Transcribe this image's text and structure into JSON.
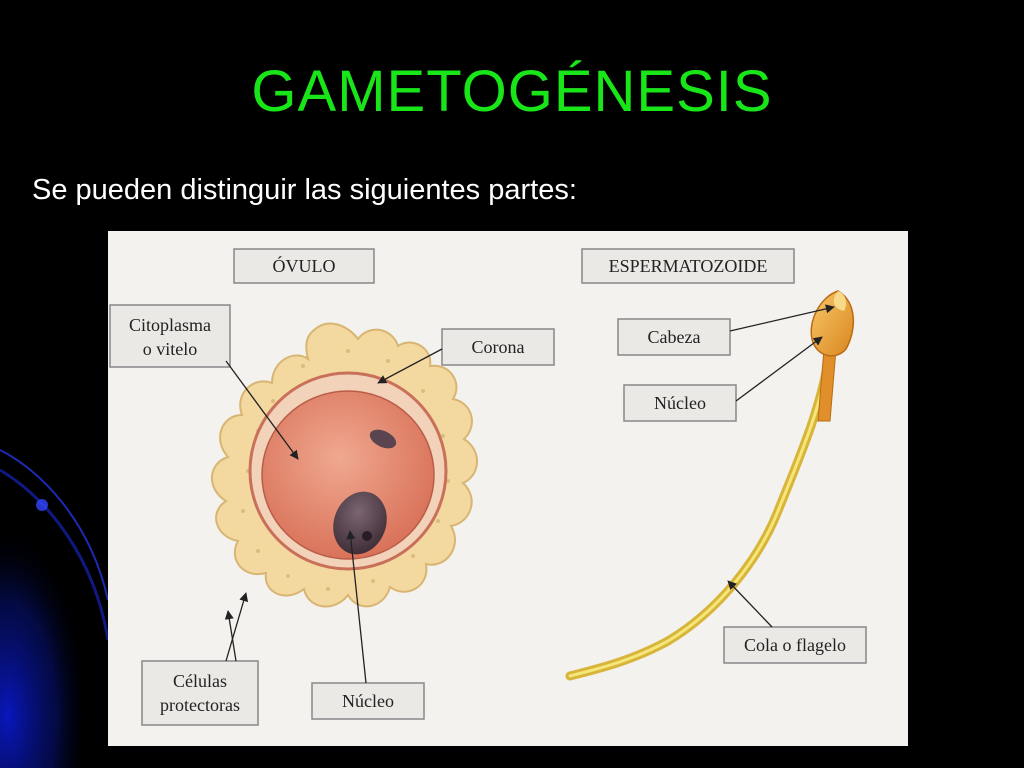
{
  "slide": {
    "title": "GAMETOGÉNESIS",
    "subtitle": "Se pueden distinguir las siguientes partes:"
  },
  "diagram": {
    "ovum": {
      "heading": "ÓVULO",
      "labels": {
        "cytoplasm_line1": "Citoplasma",
        "cytoplasm_line2": "o vitelo",
        "corona": "Corona",
        "protective_cells_line1": "Células",
        "protective_cells_line2": "protectoras",
        "nucleus": "Núcleo"
      }
    },
    "sperm": {
      "heading": "ESPERMATOZOIDE",
      "labels": {
        "head": "Cabeza",
        "nucleus": "Núcleo",
        "tail": "Cola o flagelo"
      }
    }
  },
  "colors": {
    "title": "#19e619",
    "subtitle": "#ffffff",
    "background": "#000000",
    "swoosh": "#0a18c8",
    "panel": "#f4f2ee",
    "corona_fill": "#f3d9a0",
    "cytoplasm_fill": "#e9937a",
    "nucleus_fill": "#5a4450",
    "sperm_head": "#f0a53a",
    "sperm_tail": "#e8d34a"
  }
}
